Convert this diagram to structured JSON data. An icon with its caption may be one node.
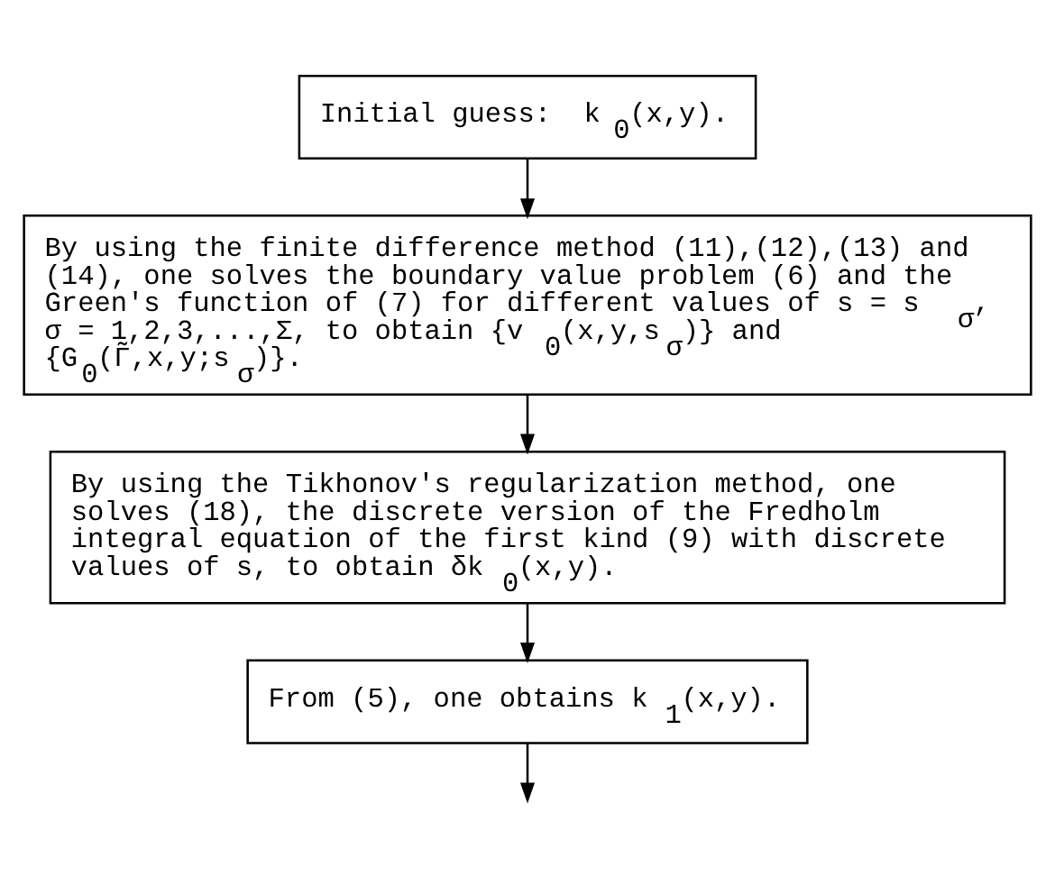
{
  "diagram": {
    "nodes": [
      {
        "text": [
          "Initial guess:  k$_{0}$(x,y)."
        ]
      },
      {
        "text": [
          "By using the finite difference method (11),(12),(13) and (14), one solves the boundary value problem (6) and the Green's function of (7) for different values of s = s$_{σ}$, σ = 1,2,3,...,Σ, to obtain {v$_{0}$(x,y,s$_{σ}$)} and {G$_{0}$(Γ̃,x,y;s$_{σ}$)}."
        ]
      },
      {
        "text": [
          "By using the Tikhonov's regularization method, one solves (18), the discrete version of the Fredholm integral equation of the first kind (9) with discrete values of s, to obtain δk$_{0}$(x,y)."
        ]
      },
      {
        "text": [
          "From (5), one obtains k$_{1}$(x,y)."
        ]
      }
    ],
    "edges": [
      {
        "from": 0,
        "to": 1,
        "arrow": "to"
      },
      {
        "from": 1,
        "to": 2,
        "arrow": "to"
      },
      {
        "from": 2,
        "to": 3,
        "arrow": "to"
      },
      {
        "from": 3,
        "to": null,
        "arrow": "to"
      }
    ]
  }
}
